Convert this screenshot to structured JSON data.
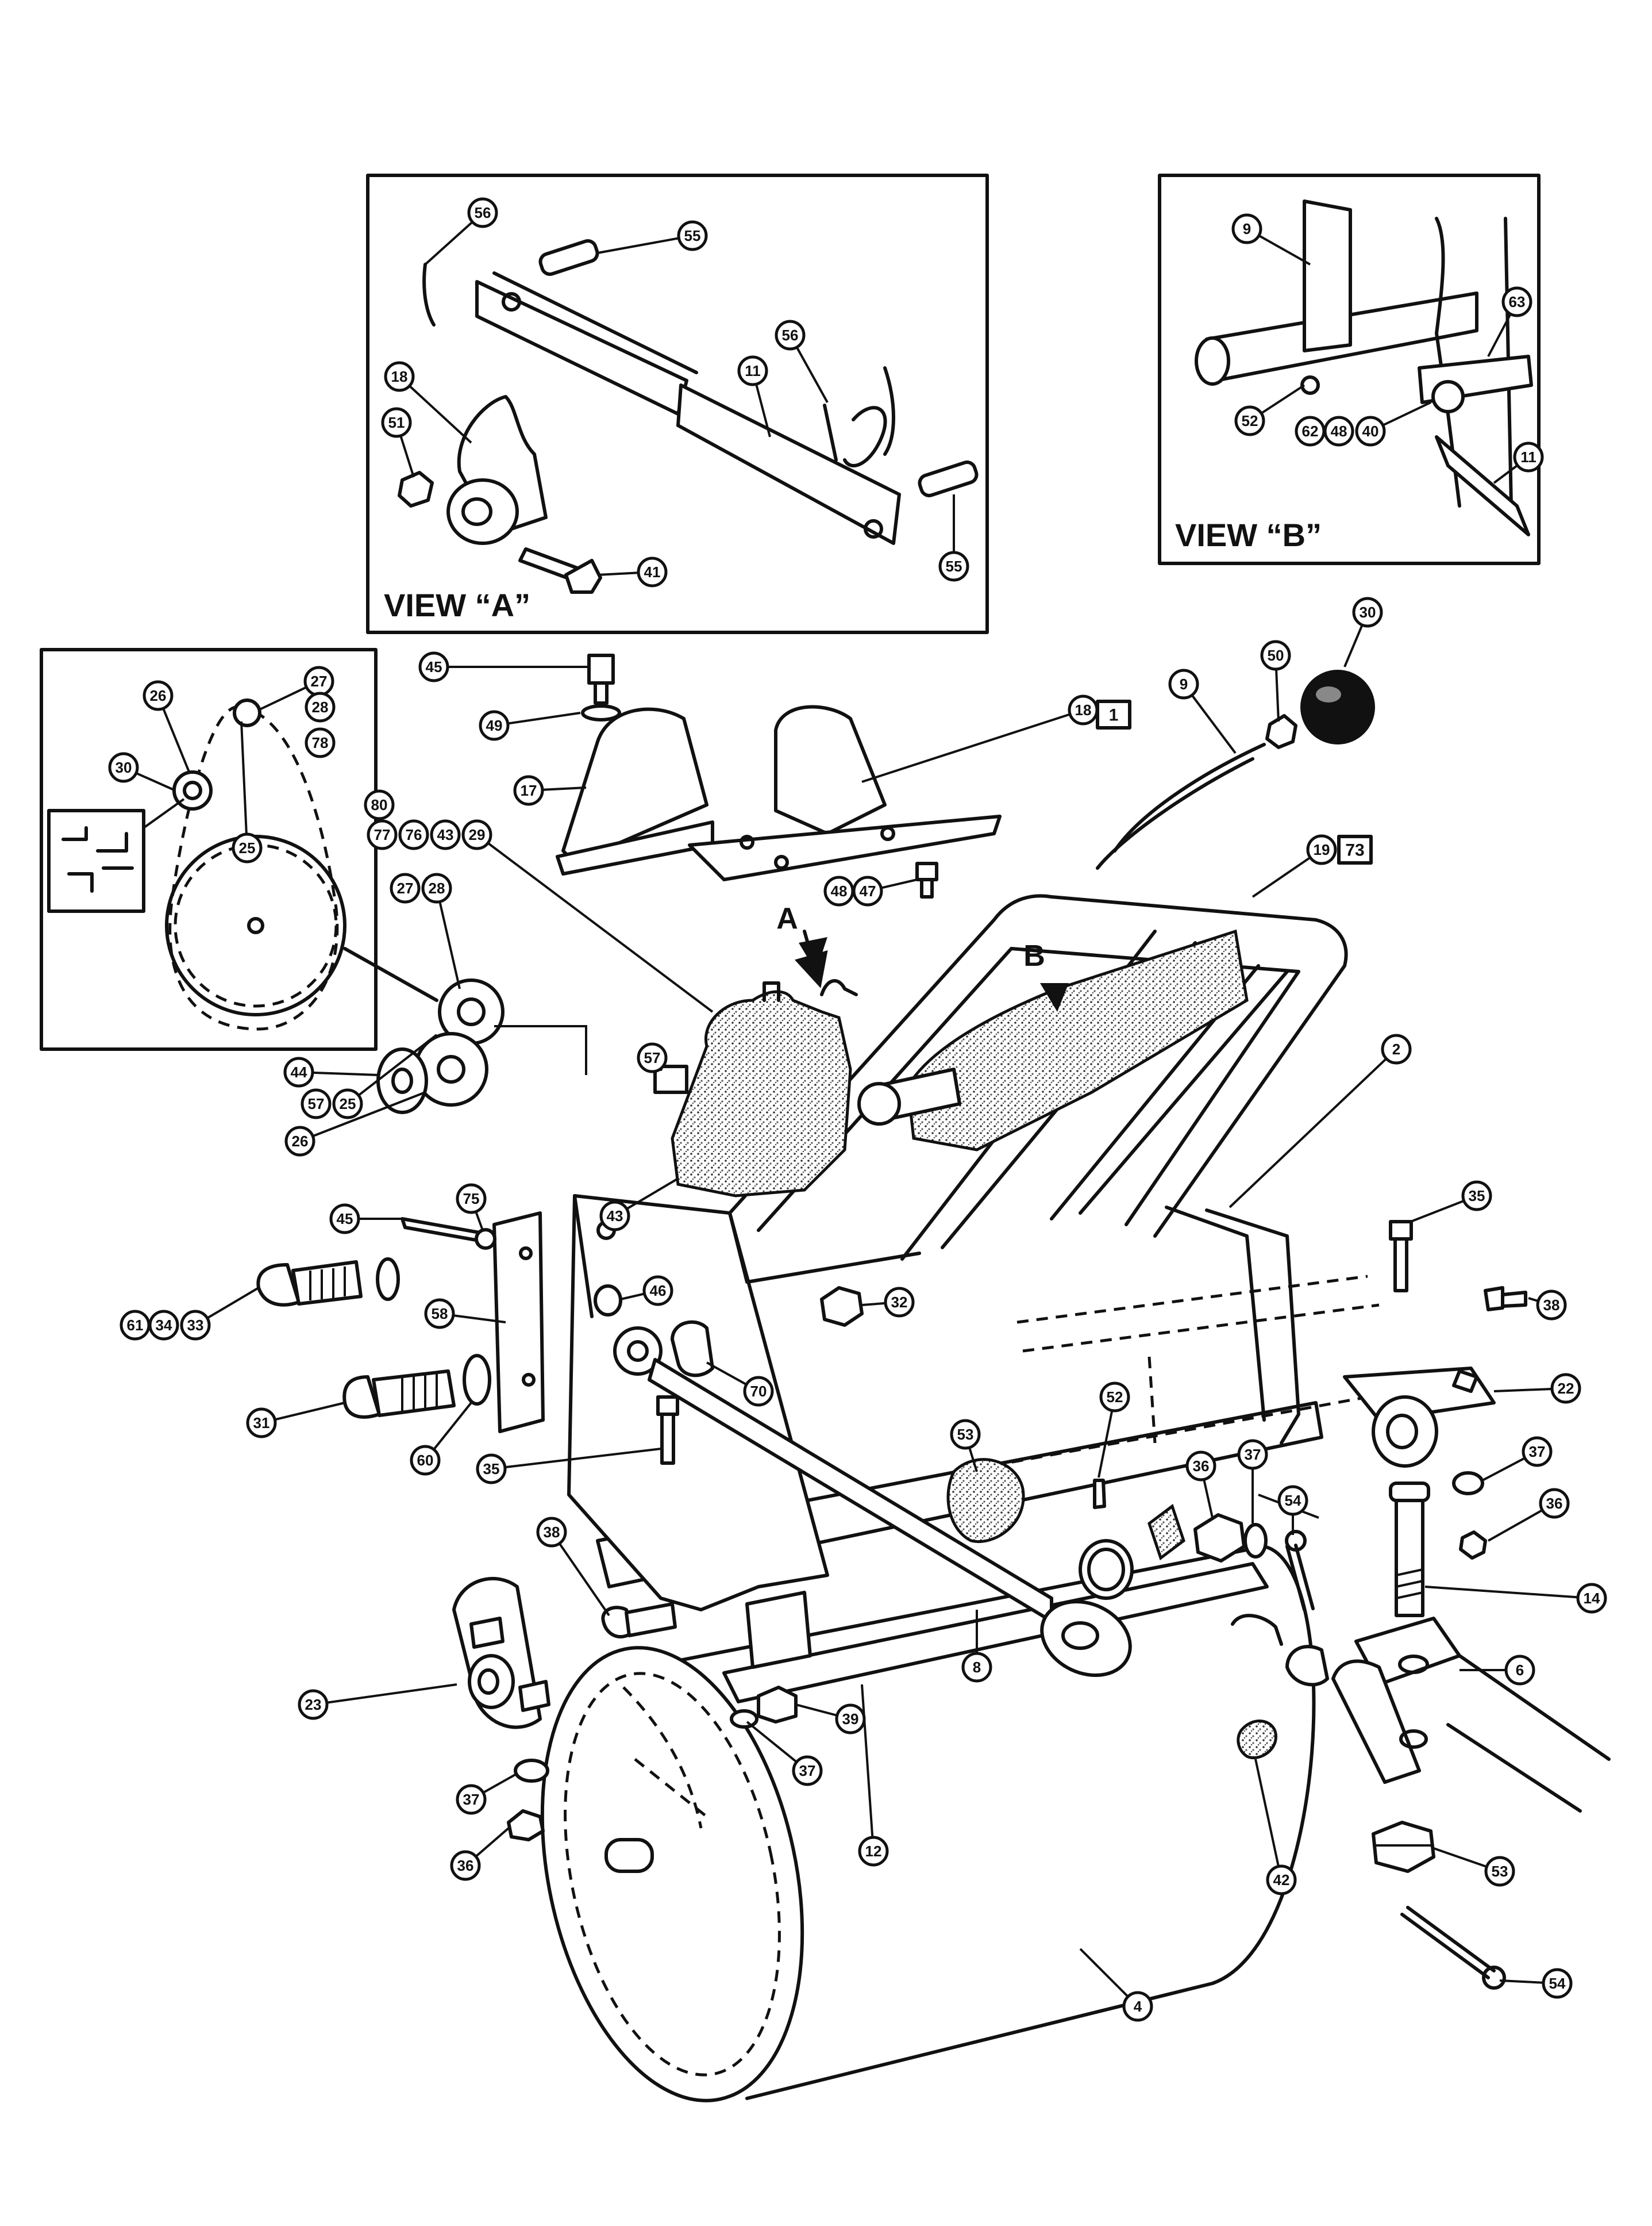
{
  "views": {
    "a": {
      "title": "VIEW “A”"
    },
    "b": {
      "title": "VIEW “B”"
    }
  },
  "arrows": {
    "a": "A",
    "b": "B"
  },
  "box_labels": {
    "section_1": "1",
    "part_73": "73"
  },
  "callouts": {
    "view_a_56_top": "56",
    "view_a_55_top": "55",
    "view_a_18": "18",
    "view_a_51": "51",
    "view_a_11": "11",
    "view_a_56_mid": "56",
    "view_a_55_right": "55",
    "view_a_41": "41",
    "view_b_9": "9",
    "view_b_63": "63",
    "view_b_52": "52",
    "view_b_62": "62",
    "view_b_48": "48",
    "view_b_40": "40",
    "view_b_11": "11",
    "inset_26": "26",
    "inset_27": "27",
    "inset_28": "28",
    "inset_78": "78",
    "inset_30": "30",
    "inset_25": "25",
    "p45_top": "45",
    "p49_top": "49",
    "p17": "17",
    "p18": "18",
    "p48": "48",
    "p47": "47",
    "p9": "9",
    "p50": "50",
    "p30_knob": "30",
    "p19": "19",
    "p80": "80",
    "p77": "77",
    "p76": "76",
    "p43_group": "43",
    "p29_group": "29",
    "p27": "27",
    "p28": "28",
    "p57_group": "57",
    "p25_group": "25",
    "p57": "57",
    "p44": "44",
    "p26": "26",
    "p43": "43",
    "p2": "2",
    "p45": "45",
    "p75": "75",
    "p61": "61",
    "p34": "34",
    "p33": "33",
    "p58": "58",
    "p46": "46",
    "p32": "32",
    "p31": "31",
    "p60": "60",
    "p70": "70",
    "p35_left": "35",
    "p35_right": "35",
    "p38_right": "38",
    "p22_right": "22",
    "p37_right": "37",
    "p36_right": "36",
    "p53_blob": "53",
    "p52": "52",
    "p36_mid": "36",
    "p37_mid": "37",
    "p54_mid": "54",
    "p14": "14",
    "p38_left": "38",
    "p23": "23",
    "p37_left": "37",
    "p36_left": "36",
    "p8": "8",
    "p6": "6",
    "p39": "39",
    "p37_low": "37",
    "p12": "12",
    "p42": "42",
    "p53_nut": "53",
    "p54": "54",
    "p4": "4"
  }
}
